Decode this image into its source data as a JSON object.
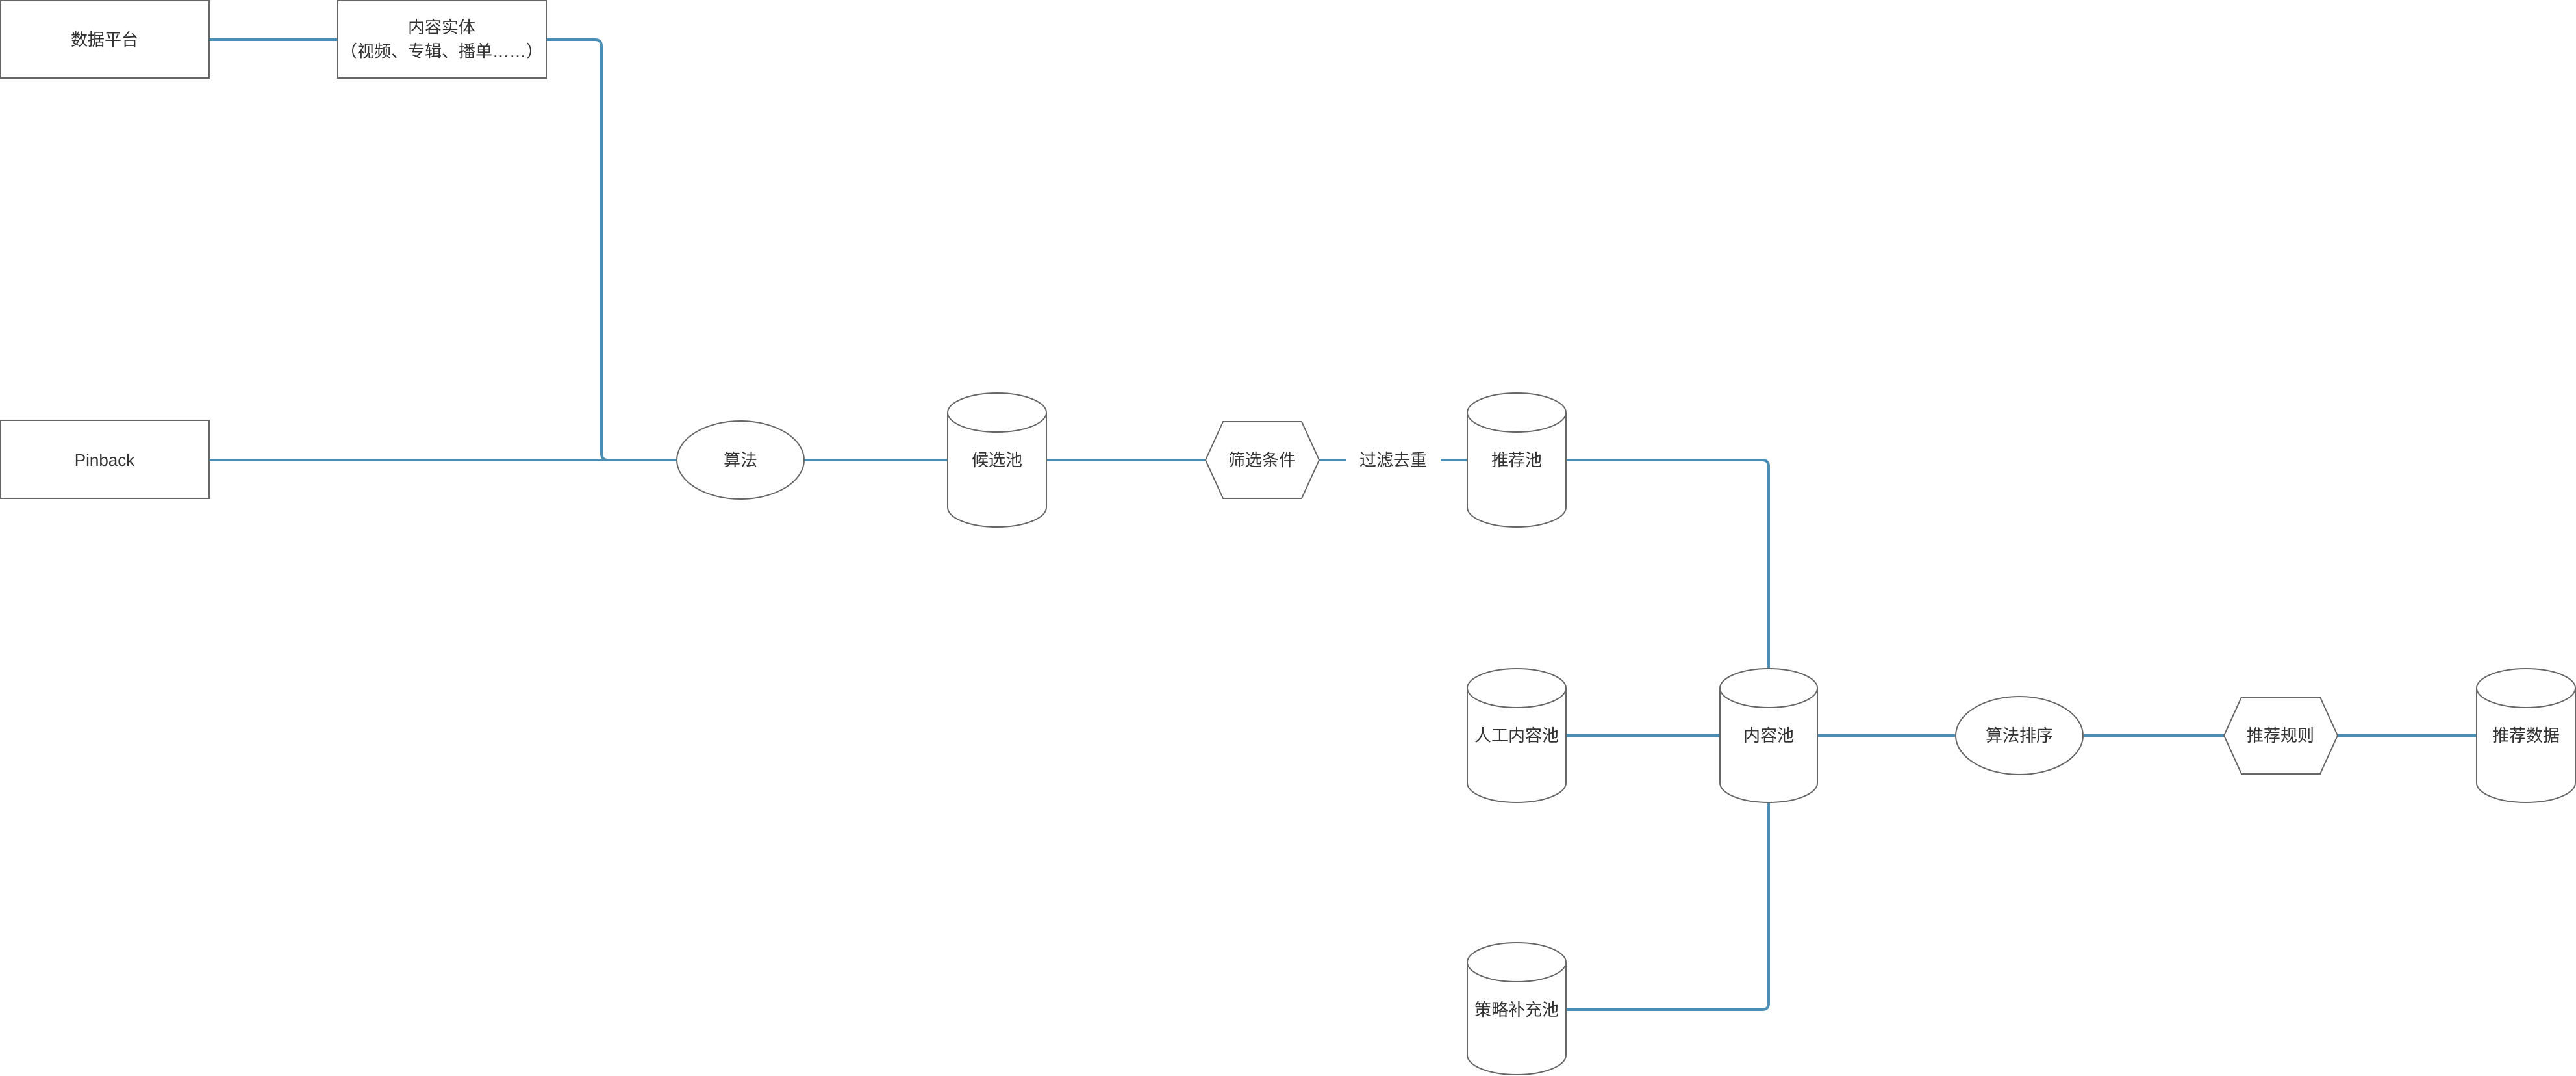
{
  "nodes": {
    "data_platform": {
      "label": "数据平台"
    },
    "content_entity": {
      "label": "内容实体",
      "sublabel": "（视频、专辑、播单……）"
    },
    "pinback": {
      "label": "Pinback"
    },
    "algorithm": {
      "label": "算法"
    },
    "candidate_pool": {
      "label": "候选池"
    },
    "filter_conditions": {
      "label": "筛选条件"
    },
    "filter_dedup": {
      "label": "过滤去重"
    },
    "recommend_pool": {
      "label": "推荐池"
    },
    "manual_content_pool": {
      "label": "人工内容池"
    },
    "content_pool": {
      "label": "内容池"
    },
    "algorithm_sort": {
      "label": "算法排序"
    },
    "recommend_rules": {
      "label": "推荐规则"
    },
    "recommend_data": {
      "label": "推荐数据"
    },
    "strategy_supplement_pool": {
      "label": "策略补充池"
    }
  },
  "colors": {
    "edge": "#4a8db5",
    "shape_stroke": "#666666",
    "text": "#333333"
  }
}
